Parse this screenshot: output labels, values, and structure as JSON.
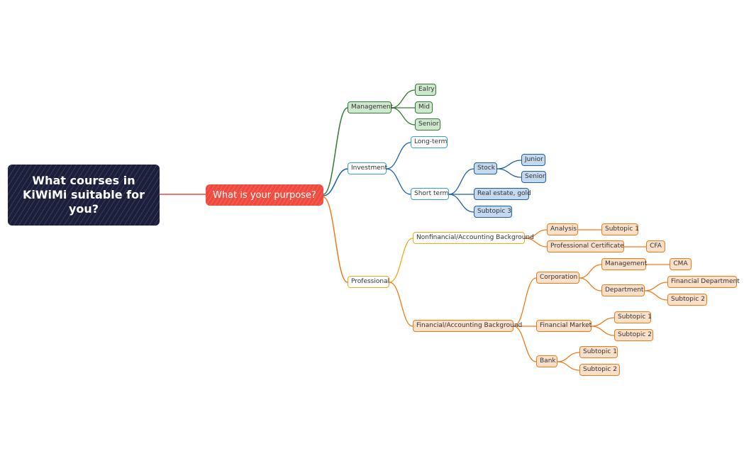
{
  "root": {
    "title": "What courses in KiWiMi suitable for you?"
  },
  "main": {
    "label": "What is your purpose?"
  },
  "management": {
    "label": "Management",
    "children": [
      "Ealry",
      "Mid",
      "Senior"
    ]
  },
  "investment": {
    "label": "Investment",
    "long_term": "Long-term",
    "short_term": {
      "label": "Short term",
      "stock": {
        "label": "Stock",
        "children": [
          "Junior",
          "Senior"
        ]
      },
      "real_estate": "Real estate, gold",
      "subtopic3": "Subtopic 3"
    }
  },
  "professional": {
    "label": "Professional",
    "nonfinancial": {
      "label": "Nonfinancial/Accounting Background",
      "analysis": {
        "label": "Analysis",
        "child": "Subtopic 1"
      },
      "certificate": {
        "label": "Professional Certificate",
        "child": "CFA"
      }
    },
    "financial": {
      "label": "Financial/Accounting Background",
      "corporation": {
        "label": "Corporation",
        "management": {
          "label": "Management",
          "child": "CMA"
        },
        "department": {
          "label": "Department",
          "children": [
            "Financial Department",
            "Subtopic 2"
          ]
        }
      },
      "market": {
        "label": "Financial Market",
        "children": [
          "Subtopic 1",
          "Subtopic 2"
        ]
      },
      "bank": {
        "label": "Bank",
        "children": [
          "Subtopic 1",
          "Subtopic 2"
        ]
      }
    }
  },
  "colors": {
    "root": "#1b1f3b",
    "main": "#f04a3e",
    "management": "#2e7d32",
    "investment": "#1b5fa5",
    "investment_light": "#35a3d0",
    "professional": "#f07a1a",
    "professional_light": "#f1a81b"
  }
}
